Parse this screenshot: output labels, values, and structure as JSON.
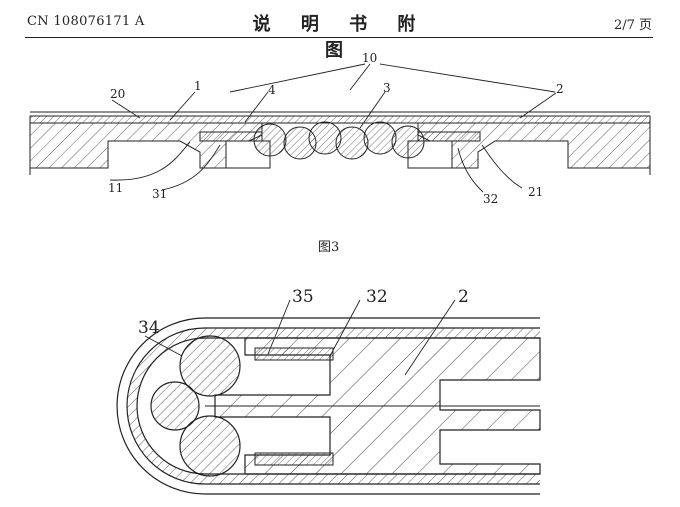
{
  "header": {
    "patent_number": "CN 108076171 A",
    "title": "说 明 书 附 图",
    "page": "2/7 页"
  },
  "figure3": {
    "caption": "图3",
    "labels": {
      "l10": "10",
      "l20": "20",
      "l1": "1",
      "l4": "4",
      "l3": "3",
      "l2": "2",
      "l11": "11",
      "l31": "31",
      "l32": "32",
      "l21": "21"
    }
  },
  "figure_detail": {
    "labels": {
      "l34": "34",
      "l35": "35",
      "l32": "32",
      "l2": "2"
    }
  }
}
